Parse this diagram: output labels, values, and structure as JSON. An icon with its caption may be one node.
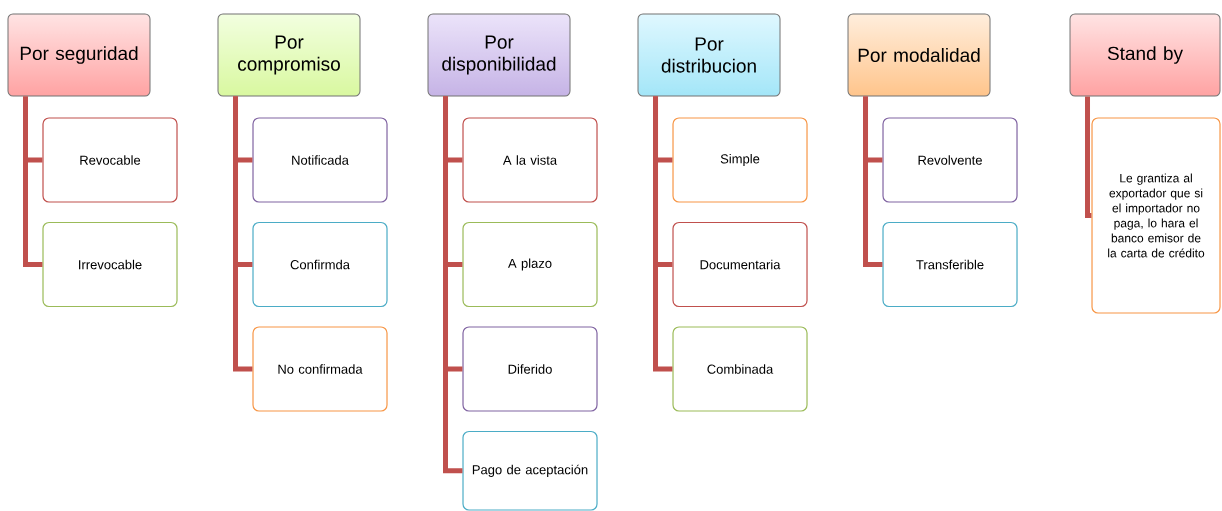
{
  "diagram": {
    "nodes": [
      {
        "text": [
          "Por seguridad"
        ]
      },
      {
        "text": [
          "Revocable"
        ]
      },
      {
        "text": [
          "Irrevocable"
        ]
      },
      {
        "text": [
          "Por compromiso"
        ]
      },
      {
        "text": [
          "Notificada"
        ]
      },
      {
        "text": [
          "Confirmda"
        ]
      },
      {
        "text": [
          "No confirmada"
        ]
      },
      {
        "text": [
          "Por disponibilidad"
        ]
      },
      {
        "text": [
          "A la vista"
        ]
      },
      {
        "text": [
          "A plazo"
        ]
      },
      {
        "text": [
          "Diferido"
        ]
      },
      {
        "text": [
          "Pago de aceptación"
        ]
      },
      {
        "text": [
          "Por distribucion"
        ]
      },
      {
        "text": [
          "Simple"
        ]
      },
      {
        "text": [
          "Documentaria"
        ]
      },
      {
        "text": [
          "Combinada"
        ]
      },
      {
        "text": [
          "Por modalidad"
        ]
      },
      {
        "text": [
          "Revolvente"
        ]
      },
      {
        "text": [
          "Transferible"
        ]
      },
      {
        "text": [
          "Stand by"
        ]
      },
      {
        "text": [
          "Le grantiza al exportador que si el importador no paga, lo hara el banco emisor de la carta de crédito"
        ]
      }
    ],
    "edges": [
      {
        "from": 0,
        "to": 1,
        "arrow": "none"
      },
      {
        "from": 0,
        "to": 2,
        "arrow": "none"
      },
      {
        "from": 3,
        "to": 4,
        "arrow": "none"
      },
      {
        "from": 3,
        "to": 5,
        "arrow": "none"
      },
      {
        "from": 3,
        "to": 6,
        "arrow": "none"
      },
      {
        "from": 7,
        "to": 8,
        "arrow": "none"
      },
      {
        "from": 7,
        "to": 9,
        "arrow": "none"
      },
      {
        "from": 7,
        "to": 10,
        "arrow": "none"
      },
      {
        "from": 7,
        "to": 11,
        "arrow": "none"
      },
      {
        "from": 12,
        "to": 13,
        "arrow": "none"
      },
      {
        "from": 12,
        "to": 14,
        "arrow": "none"
      },
      {
        "from": 12,
        "to": 15,
        "arrow": "none"
      },
      {
        "from": 16,
        "to": 17,
        "arrow": "none"
      },
      {
        "from": 16,
        "to": 18,
        "arrow": "none"
      },
      {
        "from": 19,
        "to": 20,
        "arrow": "none"
      }
    ]
  }
}
